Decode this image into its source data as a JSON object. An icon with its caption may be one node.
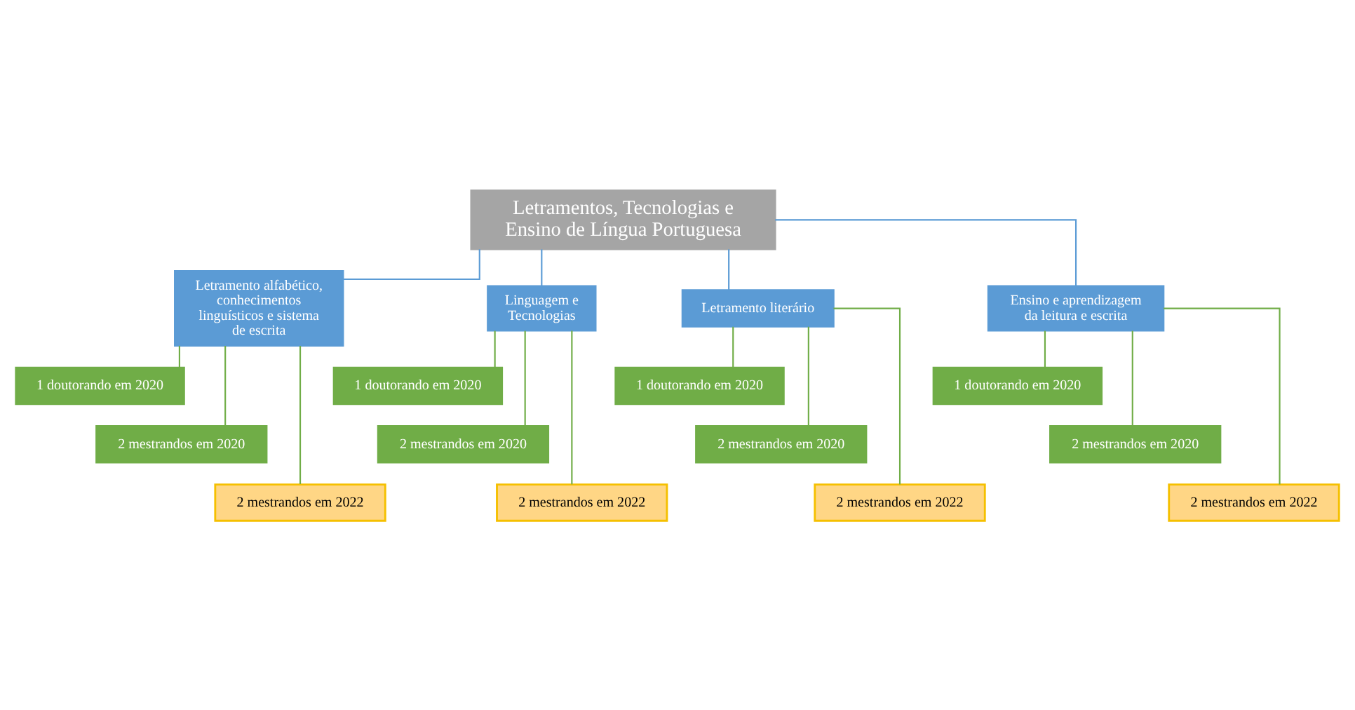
{
  "diagram": {
    "nodes": [
      {
        "text": [
          "Letramentos, Tecnologias e Ensino de Língua Portuguesa"
        ]
      },
      {
        "text": [
          "Letramento alfabético, conhecimentos linguísticos e sistema de escrita"
        ]
      },
      {
        "text": [
          "1 doutorando em 2020"
        ]
      },
      {
        "text": [
          "2 mestrandos em 2020"
        ]
      },
      {
        "text": [
          "2 mestrandos em 2022"
        ]
      },
      {
        "text": [
          "Linguagem e Tecnologias"
        ]
      },
      {
        "text": [
          "1 doutorando em 2020"
        ]
      },
      {
        "text": [
          "2 mestrandos em 2020"
        ]
      },
      {
        "text": [
          "2 mestrandos em 2022"
        ]
      },
      {
        "text": [
          "Letramento literário"
        ]
      },
      {
        "text": [
          "1 doutorando em 2020"
        ]
      },
      {
        "text": [
          "2 mestrandos em 2020"
        ]
      },
      {
        "text": [
          "2 mestrandos em 2022"
        ]
      },
      {
        "text": [
          "Ensino e aprendizagem da leitura e escrita"
        ]
      },
      {
        "text": [
          "1 doutorando em 2020"
        ]
      },
      {
        "text": [
          "2 mestrandos em 2020"
        ]
      },
      {
        "text": [
          "2 mestrandos em 2022"
        ]
      }
    ],
    "edges": [
      {
        "from": 0,
        "to": 1,
        "arrow": "none",
        "color": "#5b9bd5"
      },
      {
        "from": 1,
        "to": 2,
        "arrow": "none"
      },
      {
        "from": 1,
        "to": 3,
        "arrow": "none"
      },
      {
        "from": 1,
        "to": 4,
        "arrow": "none"
      },
      {
        "from": 0,
        "to": 5,
        "arrow": "none",
        "color": "#5b9bd5"
      },
      {
        "from": 5,
        "to": 6,
        "arrow": "none"
      },
      {
        "from": 5,
        "to": 7,
        "arrow": "none"
      },
      {
        "from": 5,
        "to": 8,
        "arrow": "none"
      },
      {
        "from": 0,
        "to": 9,
        "arrow": "none",
        "color": "#5b9bd5"
      },
      {
        "from": 9,
        "to": 10,
        "arrow": "none"
      },
      {
        "from": 9,
        "to": 11,
        "arrow": "none"
      },
      {
        "from": 9,
        "to": 12,
        "arrow": "none"
      },
      {
        "from": 0,
        "to": 13,
        "arrow": "none",
        "color": "#5b9bd5"
      },
      {
        "from": 13,
        "to": 14,
        "arrow": "none"
      },
      {
        "from": 13,
        "to": 15,
        "arrow": "none"
      },
      {
        "from": 13,
        "to": 16,
        "arrow": "none"
      }
    ]
  }
}
